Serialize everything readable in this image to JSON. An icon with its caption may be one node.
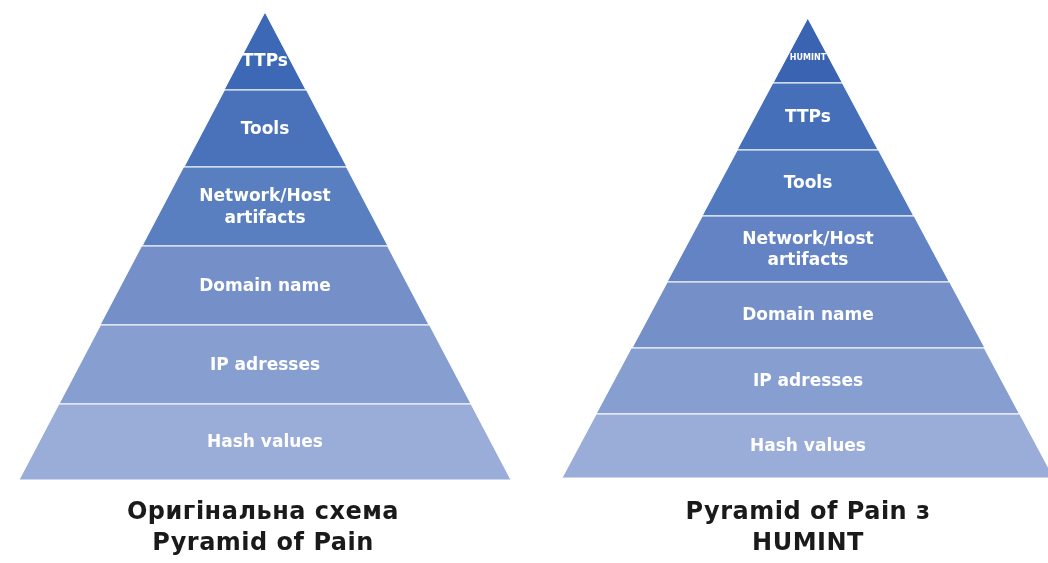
{
  "diagram": {
    "nodes": [
      {
        "text": [
          "TTPs"
        ]
      },
      {
        "text": [
          "Tools"
        ]
      },
      {
        "text": [
          "Network/Host artifacts"
        ]
      },
      {
        "text": [
          "Domain name"
        ]
      },
      {
        "text": [
          "IP adresses"
        ]
      },
      {
        "text": [
          "Hash values"
        ]
      },
      {
        "text": [
          "HUMINT"
        ]
      },
      {
        "text": [
          "TTPs"
        ]
      },
      {
        "text": [
          "Tools"
        ]
      },
      {
        "text": [
          "Network/Host artifacts"
        ]
      },
      {
        "text": [
          "Domain name"
        ]
      },
      {
        "text": [
          "IP adresses"
        ]
      },
      {
        "text": [
          "Hash values"
        ]
      }
    ],
    "edges": [],
    "labels": [
      "Оригінальна схема Pyramid of Pain",
      "Pyramid of Pain з HUMINT"
    ]
  }
}
